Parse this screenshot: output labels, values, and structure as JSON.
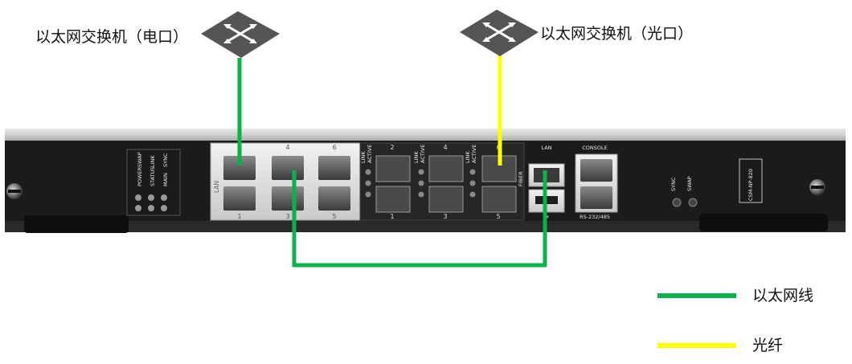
{
  "switches": {
    "electric": {
      "label": "以太网交换机（电口）"
    },
    "optical": {
      "label": "以太网交换机（光口）"
    }
  },
  "legend": {
    "ethernet": {
      "label": "以太网线",
      "color": "#0db14b"
    },
    "fiber": {
      "label": "光纤",
      "color": "#ffff00"
    }
  },
  "card": {
    "model": "CSM-NP-820",
    "led_labels_top": [
      "POWER",
      "SWAP"
    ],
    "led_labels_mid": [
      "STATUS",
      "LINK"
    ],
    "led_labels_top2": [
      "SYNC"
    ],
    "led_labels_mid2": [
      "MAIN"
    ],
    "lan_label": "LAN",
    "rj45_top_nums": [
      "2",
      "4",
      "6"
    ],
    "rj45_bottom_nums": [
      "1",
      "3",
      "5"
    ],
    "sfp_status": [
      "LINK",
      "ACTIVE"
    ],
    "sfp_top_nums": [
      "2",
      "4",
      "6"
    ],
    "sfp_bottom_nums": [
      "1",
      "3",
      "5"
    ],
    "mgmt_lan_label": "LAN",
    "fiber_tag": "FIBER",
    "console_label": "CONSOLE",
    "rs_label": "RS-232/485",
    "sync_label": "SYNC",
    "swap_label": "SWAP"
  },
  "colors": {
    "ethernet": "#0db14b",
    "fiber": "#ffff00",
    "icon": "#555555"
  }
}
